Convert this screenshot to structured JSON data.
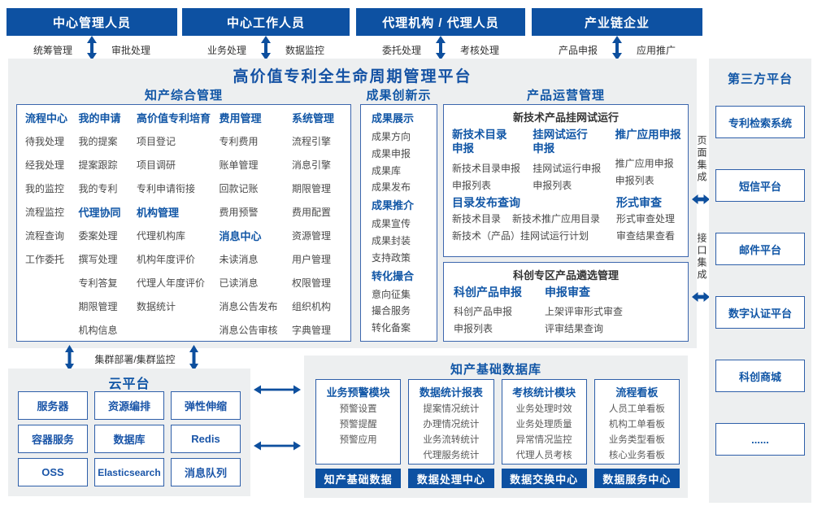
{
  "colors": {
    "primary_blue": "#0d51a2",
    "heading_blue": "#1156a6",
    "panel_gray": "#edeff0",
    "item_gray": "#4a4a4a"
  },
  "platform": {
    "title": "高价值专利全生命周期管理平台"
  },
  "roles": [
    {
      "name": "中心管理人员",
      "tasks": [
        "统筹管理",
        "审批处理"
      ]
    },
    {
      "name": "中心工作人员",
      "tasks": [
        "业务处理",
        "数据监控"
      ]
    },
    {
      "name": "代理机构 / 代理人员",
      "tasks": [
        "委托处理",
        "考核处理"
      ]
    },
    {
      "name": "产业链企业",
      "tasks": [
        "产品申报",
        "应用推广"
      ]
    }
  ],
  "ip_mgmt": {
    "title": "知产综合管理",
    "columns": [
      {
        "groups": [
          {
            "header": "流程中心",
            "items": [
              "待我处理",
              "经我处理",
              "我的监控",
              "流程监控",
              "流程查询",
              "工作委托"
            ]
          }
        ]
      },
      {
        "groups": [
          {
            "header": "我的申请",
            "items": [
              "我的提案",
              "提案跟踪",
              "我的专利"
            ]
          },
          {
            "header": "代理协同",
            "items": [
              "委案处理",
              "撰写处理",
              "专利答复",
              "期限管理",
              "机构信息"
            ]
          }
        ]
      },
      {
        "groups": [
          {
            "header": "高价值专利培育",
            "items": [
              "项目登记",
              "项目调研",
              "专利申请衔接"
            ]
          },
          {
            "header": "机构管理",
            "items": [
              "代理机构库",
              "机构年度评价",
              "代理人年度评价",
              "数据统计"
            ]
          }
        ]
      },
      {
        "groups": [
          {
            "header": "费用管理",
            "items": [
              "专利费用",
              "账单管理",
              "回款记账",
              "费用预警"
            ]
          },
          {
            "header": "消息中心",
            "items": [
              "未读消息",
              "已读消息",
              "消息公告发布",
              "消息公告审核"
            ]
          }
        ]
      },
      {
        "groups": [
          {
            "header": "系统管理",
            "items": [
              "流程引擎",
              "消息引擎",
              "期限管理",
              "费用配置",
              "资源管理",
              "用户管理",
              "权限管理",
              "组织机构",
              "字典管理"
            ]
          }
        ]
      }
    ]
  },
  "achievement": {
    "title": "成果创新示范",
    "groups": [
      {
        "header": "成果展示",
        "items": [
          "成果方向",
          "成果申报",
          "成果库",
          "成果发布"
        ]
      },
      {
        "header": "成果推介",
        "items": [
          "成果宣传",
          "成果封装",
          "支持政策"
        ]
      },
      {
        "header": "转化撮合",
        "items": [
          "意向征集",
          "撮合服务",
          "转化备案"
        ]
      }
    ]
  },
  "product_ops": {
    "title": "产品运营管理",
    "trial": {
      "title": "新技术产品挂网试运行",
      "columns": [
        {
          "header": "新技术目录申报",
          "items": [
            "新技术目录申报",
            "申报列表"
          ]
        },
        {
          "header": "挂网试运行申报",
          "items": [
            "挂网试运行申报",
            "申报列表"
          ]
        },
        {
          "header": "推广应用申报",
          "items": [
            "推广应用申报",
            "申报列表"
          ]
        }
      ],
      "catalog": {
        "header": "目录发布查询",
        "items": [
          "新技术目录",
          "新技术推广应用目录",
          "新技术（产品）挂网试运行计划"
        ]
      },
      "review": {
        "header": "形式审查",
        "items": [
          "形式审查处理",
          "审查结果查看"
        ]
      }
    },
    "selection": {
      "title": "科创专区产品遴选管理",
      "columns": [
        {
          "header": "科创产品申报",
          "items": [
            "科创产品申报",
            "申报列表"
          ]
        },
        {
          "header": "申报审查",
          "items": [
            "上架评审形式审查",
            "评审结果查询"
          ]
        }
      ]
    }
  },
  "integration": {
    "page": "页面集成",
    "api": "接口集成"
  },
  "third_party": {
    "title": "第三方平台",
    "items": [
      "专利检索系统",
      "短信平台",
      "邮件平台",
      "数字认证平台",
      "科创商城",
      "......"
    ]
  },
  "cluster": {
    "label": "集群部署/集群监控"
  },
  "cloud": {
    "title": "云平台",
    "items": [
      "服务器",
      "资源编排",
      "弹性伸缩",
      "容器服务",
      "数据库",
      "Redis",
      "OSS",
      "Elasticsearch",
      "消息队列"
    ]
  },
  "ip_database": {
    "title": "知产基础数据库",
    "modules": [
      {
        "header": "业务预警模块",
        "items": [
          "预警设置",
          "预警提醒",
          "预警应用"
        ]
      },
      {
        "header": "数据统计报表",
        "items": [
          "提案情况统计",
          "办理情况统计",
          "业务流转统计",
          "代理服务统计"
        ]
      },
      {
        "header": "考核统计模块",
        "items": [
          "业务处理时效",
          "业务处理质量",
          "异常情况监控",
          "代理人员考核"
        ]
      },
      {
        "header": "流程看板",
        "items": [
          "人员工单看板",
          "机构工单看板",
          "业务类型看板",
          "核心业务看板"
        ]
      }
    ],
    "bars": [
      "知产基础数据",
      "数据处理中心",
      "数据交换中心",
      "数据服务中心"
    ]
  }
}
